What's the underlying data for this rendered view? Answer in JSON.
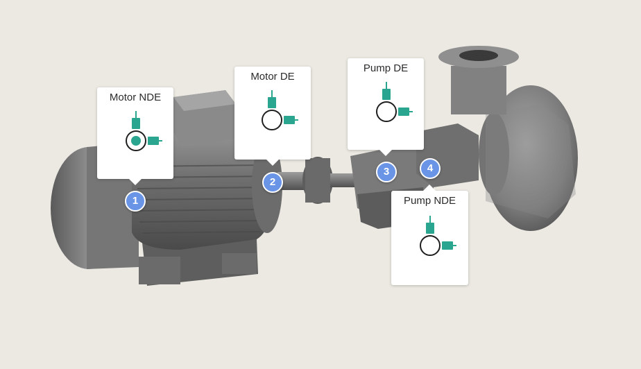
{
  "points": [
    {
      "label": "Motor NDE",
      "number": "1",
      "selected": true
    },
    {
      "label": "Motor DE",
      "number": "2",
      "selected": false
    },
    {
      "label": "Pump DE",
      "number": "3",
      "selected": false
    },
    {
      "label": "Pump NDE",
      "number": "4",
      "selected": false
    }
  ],
  "colors": {
    "background": "#ECE9E2",
    "badge": "#6a95e6",
    "sensor": "#2aa58f",
    "machine": "#7d7d7d"
  }
}
